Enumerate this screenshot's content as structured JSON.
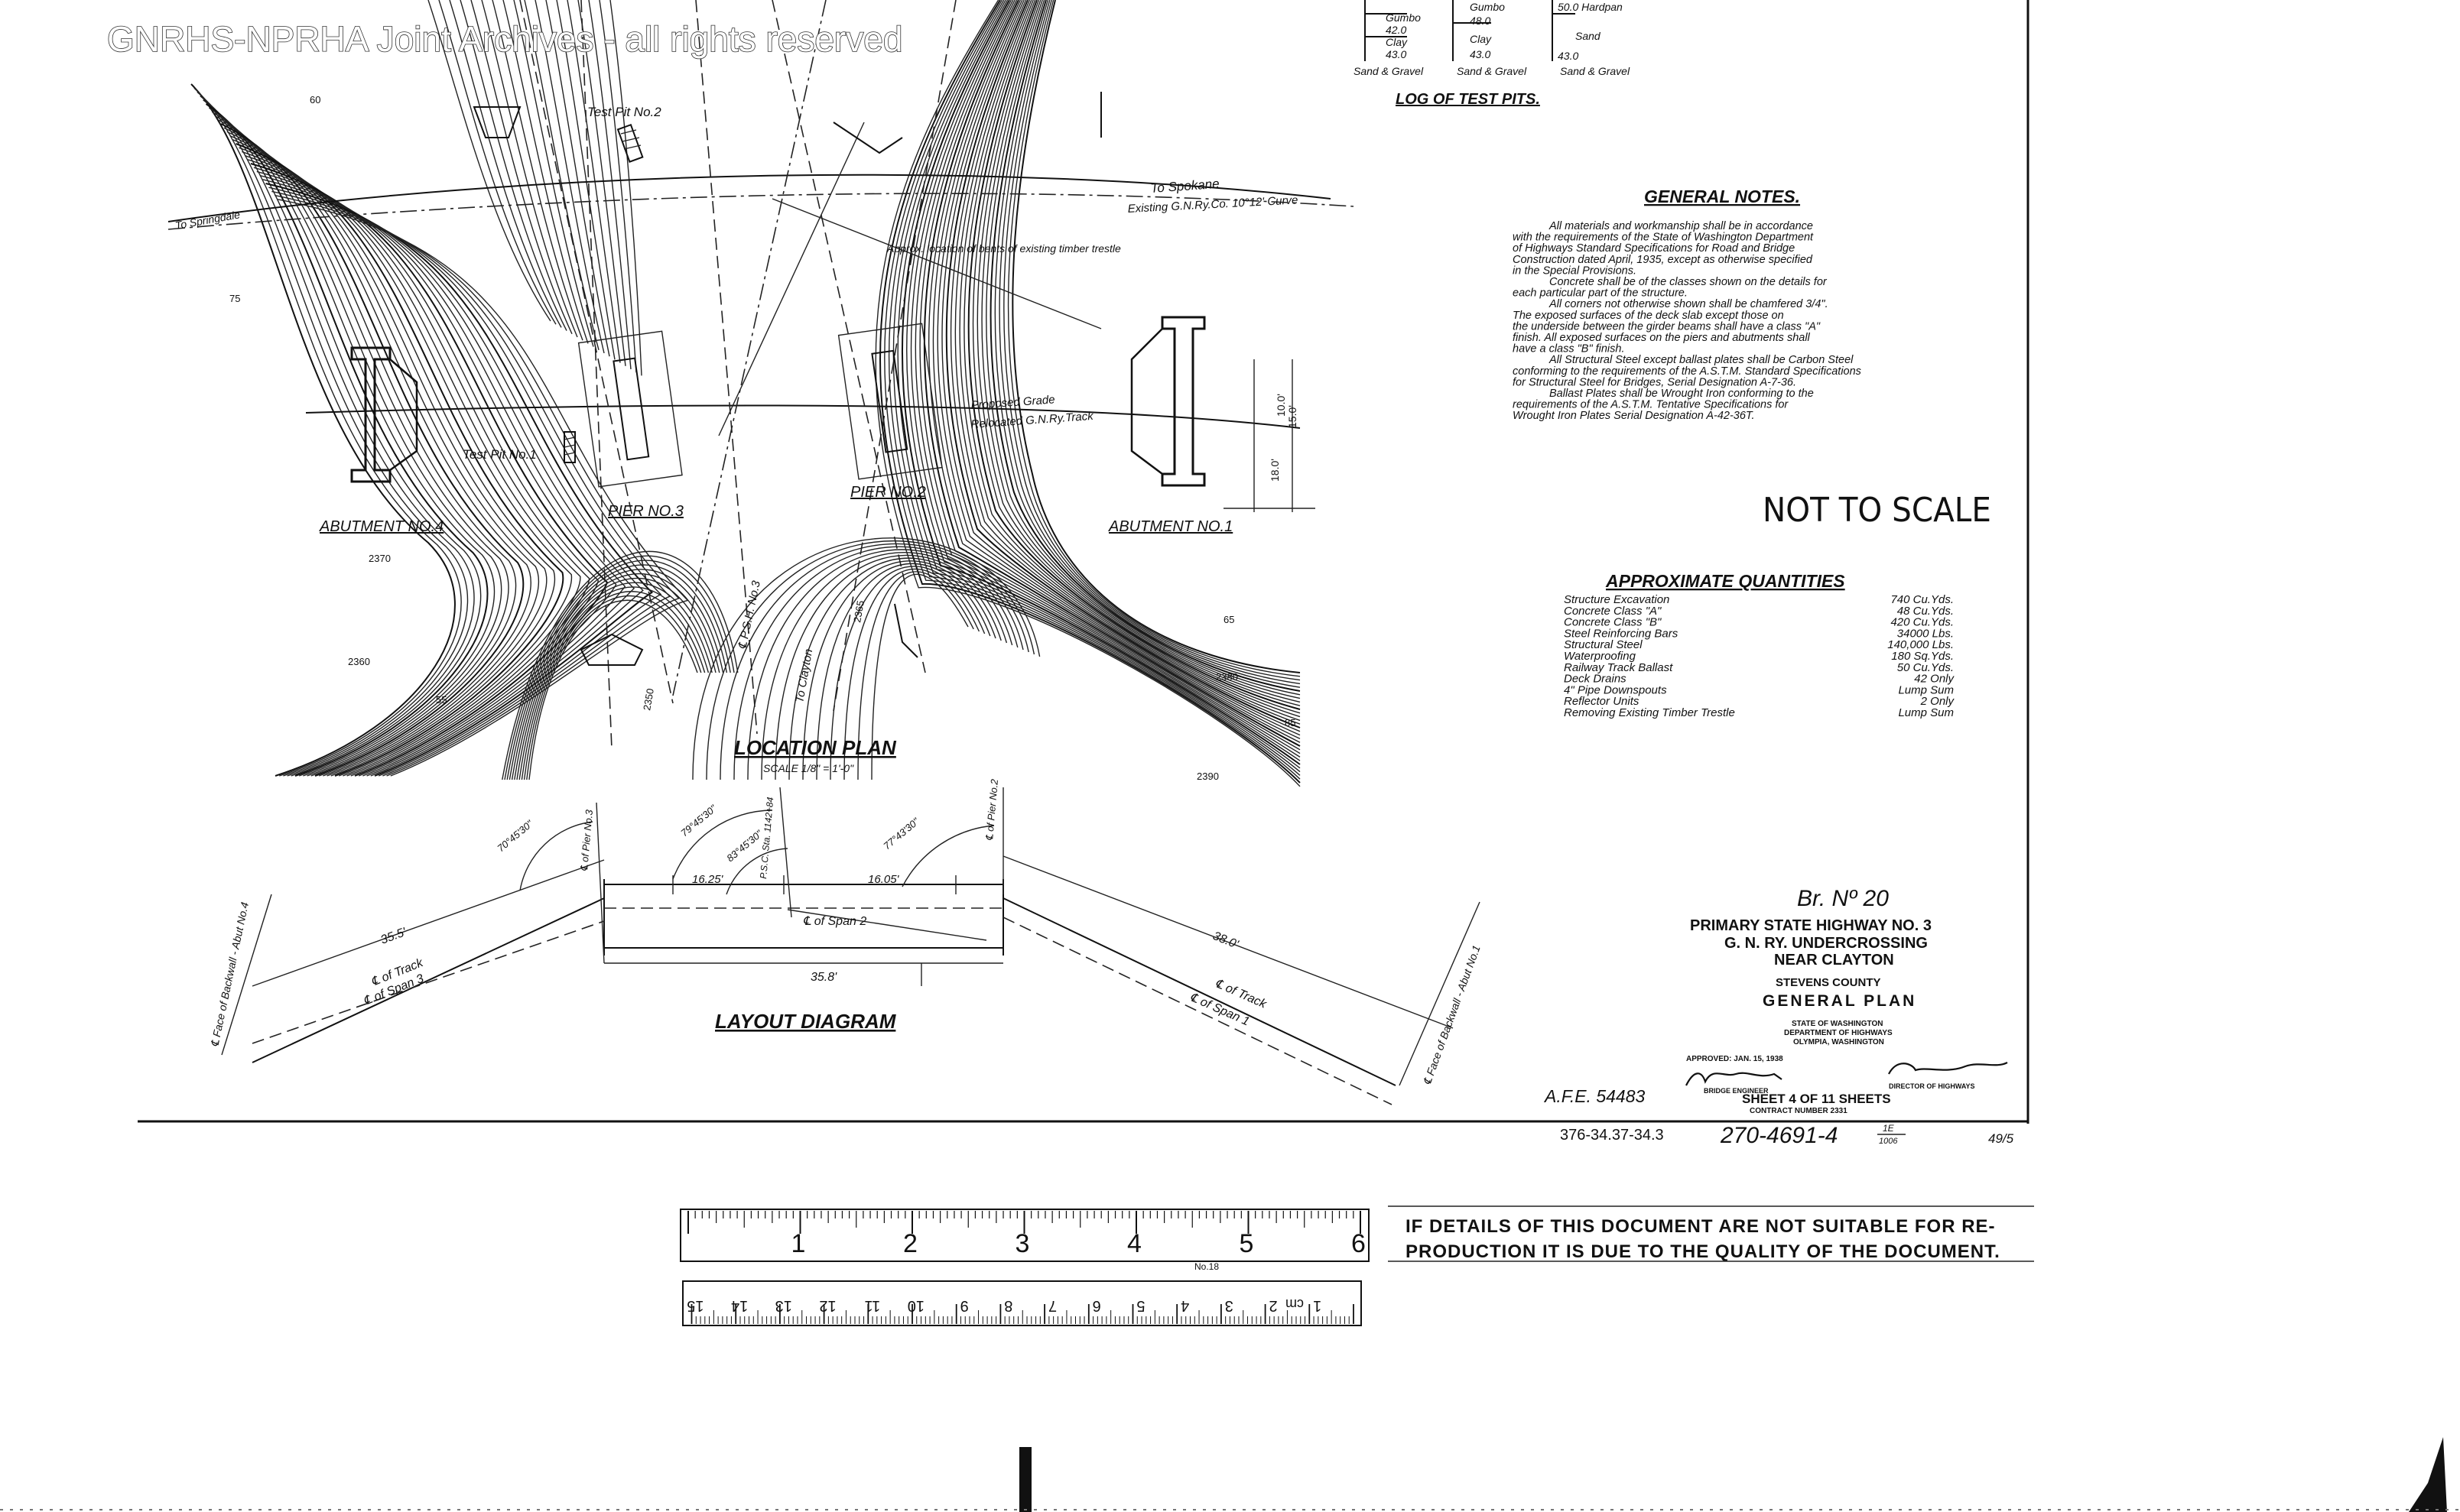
{
  "watermark": "GNRHS-NPRHA Joint Archives - all rights reserved",
  "test_pits": {
    "title": "LOG OF TEST PITS.",
    "columns": [
      {
        "rows": [
          "Gumbo",
          "42.0",
          "Clay",
          "43.0"
        ],
        "foot": "Sand & Gravel"
      },
      {
        "rows": [
          "Gumbo",
          "48.0",
          "Clay",
          "43.0"
        ],
        "foot": "Sand & Gravel"
      },
      {
        "rows": [
          "50.0 Hardpan",
          "Sand",
          "43.0"
        ],
        "foot": "Sand & Gravel"
      }
    ]
  },
  "general_notes": {
    "title": "GENERAL NOTES.",
    "lines": [
      "All materials and workmanship shall be in accordance",
      "with the requirements of the State of Washington Department",
      "of Highways Standard Specifications for Road and Bridge",
      "Construction dated April, 1935, except as otherwise specified",
      "in the Special Provisions.",
      "Concrete shall be of the classes shown on the details for",
      "each particular part of the structure.",
      "All corners not otherwise shown shall be chamfered 3/4\".",
      "The exposed surfaces of the deck slab except those on",
      "the underside between the girder beams shall have a class \"A\"",
      "finish. All exposed surfaces on the piers and abutments shall",
      "have a class \"B\" finish.",
      "All Structural Steel except ballast plates shall be Carbon Steel",
      "conforming to the requirements of the A.S.T.M. Standard Specifications",
      "for Structural Steel for Bridges, Serial Designation A-7-36.",
      "Ballast Plates shall be Wrought Iron conforming to the",
      "requirements of the A.S.T.M. Tentative Specifications for",
      "Wrought Iron Plates Serial Designation A-42-36T."
    ]
  },
  "not_to_scale": "NOT TO SCALE",
  "quantities": {
    "title": "APPROXIMATE QUANTITIES",
    "items": [
      {
        "item": "Structure Excavation",
        "qty": "740 Cu.Yds."
      },
      {
        "item": "Concrete Class \"A\"",
        "qty": "48 Cu.Yds."
      },
      {
        "item": "Concrete Class \"B\"",
        "qty": "420 Cu.Yds."
      },
      {
        "item": "Steel Reinforcing Bars",
        "qty": "34000 Lbs."
      },
      {
        "item": "Structural Steel",
        "qty": "140,000 Lbs."
      },
      {
        "item": "Waterproofing",
        "qty": "180 Sq.Yds."
      },
      {
        "item": "Railway Track Ballast",
        "qty": "50 Cu.Yds."
      },
      {
        "item": "Deck Drains",
        "qty": "42 Only"
      },
      {
        "item": "4\" Pipe Downspouts",
        "qty": "Lump Sum"
      },
      {
        "item": "Reflector Units",
        "qty": "2 Only"
      },
      {
        "item": "Removing Existing Timber Trestle",
        "qty": "Lump Sum"
      }
    ]
  },
  "title_block": {
    "bridge_no": "Br. Nº 20",
    "line1": "PRIMARY STATE HIGHWAY NO. 3",
    "line2": "G. N. RY. UNDERCROSSING",
    "line3": "NEAR CLAYTON",
    "county": "STEVENS COUNTY",
    "sheet_title": "GENERAL PLAN",
    "state1": "STATE OF WASHINGTON",
    "state2": "DEPARTMENT OF HIGHWAYS",
    "state3": "OLYMPIA, WASHINGTON",
    "approved": "APPROVED: JAN. 15, 1938",
    "bridge_engineer": "BRIDGE ENGINEER",
    "director": "DIRECTOR OF HIGHWAYS",
    "sheet": "SHEET 4 OF 11 SHEETS",
    "contract": "CONTRACT NUMBER 2331",
    "afe": "A.F.E. 54483"
  },
  "filing": {
    "ref1": "376-34.37-34.3",
    "ref2": "270-4691-4",
    "ref3_top": "1E",
    "ref3_bottom": "1006",
    "ref4": "49/5"
  },
  "location_plan": {
    "title": "LOCATION PLAN",
    "scale": "SCALE 1/8\" = 1'-0\"",
    "abutment4": "ABUTMENT NO.4",
    "abutment1": "ABUTMENT NO.1",
    "pier3": "PIER NO.3",
    "pier2": "PIER NO.2",
    "test_pit1": "Test Pit No.1",
    "test_pit2": "Test Pit No.2",
    "to_spokane": "To Spokane",
    "existing_gn": "Existing G.N.Ry.Co. 10°12' Curve",
    "approx_location": "Approx. location of bents of existing timber trestle",
    "proposed_grade": "Proposed Grade",
    "relocated": "Relocated G.N.Ry.Track",
    "to_clayton": "To Clayton",
    "to_springdale": "To Springdale",
    "centerline_ps": "℄ P.S.H. No.3",
    "c2370": "2370",
    "c2360": "2360",
    "c2380": "2380",
    "c2390": "2390",
    "c2365": "2365",
    "c2350": "2350",
    "c75": "75",
    "c65": "65",
    "c55": "55",
    "c60": "60",
    "c85": "85",
    "d100": "10.0'",
    "d180": "18.0'",
    "d150": "15.0'"
  },
  "layout_diagram": {
    "title": "LAYOUT DIAGRAM",
    "span3": "℄ of Span 3",
    "span2": "℄ of Span 2",
    "span1": "℄ of Span 1",
    "track_left": "℄ of Track",
    "track_right": "℄ of Track",
    "abut4": "℄ Face of Backwall - Abut No.4",
    "abut1": "℄ Face of Backwall - Abut No.1",
    "pier3": "℄ of Pier No.3",
    "pier2": "℄ of Pier No.2",
    "d355_left": "35.5'",
    "d380_right": "38.0'",
    "d358": "35.8'",
    "d1625": "16.25'",
    "d1605": "16.05'",
    "a1": "70°45'30\"",
    "a2": "79°45'30\"",
    "a3": "83°45'30\"",
    "a4": "77°43'30\"",
    "sta": "P.S.C. Sta. 1142+84"
  },
  "ruler": {
    "inches": [
      "1",
      "2",
      "3",
      "4",
      "5",
      "6"
    ],
    "cm": [
      "1",
      "2",
      "3",
      "4",
      "5",
      "6",
      "7",
      "8",
      "9",
      "10",
      "11",
      "12",
      "13",
      "14",
      "15"
    ],
    "cm_label": "cm",
    "model": "No.18"
  },
  "quality_notice": {
    "line1": "IF DETAILS OF THIS DOCUMENT ARE NOT SUITABLE FOR RE-",
    "line2": "PRODUCTION IT IS DUE TO THE QUALITY OF THE DOCUMENT."
  }
}
